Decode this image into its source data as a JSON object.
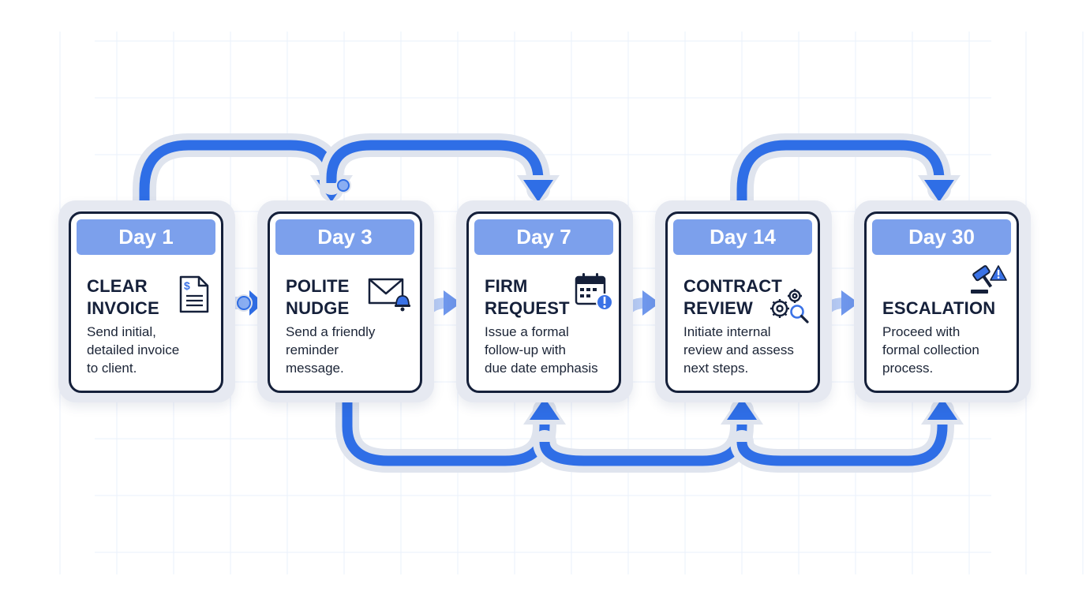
{
  "stages": [
    {
      "day": "Day 1",
      "title": "CLEAR\nINVOICE",
      "description": "Send initial,\ndetailed invoice\nto client.",
      "icon": "invoice-document-icon"
    },
    {
      "day": "Day 3",
      "title": "POLITE\nNUDGE",
      "description": "Send a friendly\nreminder\nmessage.",
      "icon": "envelope-bell-icon"
    },
    {
      "day": "Day 7",
      "title": "FIRM\nREQUEST",
      "description": "Issue a formal\nfollow-up with\ndue date emphasis",
      "icon": "calendar-alert-icon"
    },
    {
      "day": "Day 14",
      "title": "CONTRACT\nREVIEW",
      "description": "Initiate internal\nreview and assess\nnext steps.",
      "icon": "gears-magnifier-icon"
    },
    {
      "day": "Day 30",
      "title": "ESCALATION",
      "description": "Proceed with\nformal collection\nprocess.",
      "icon": "gavel-warning-icon"
    }
  ],
  "colors": {
    "arrow_blue": "#2f6ee6",
    "arrow_halo": "#dfe4ee",
    "pill_blue": "#7ca0ec",
    "card_border": "#15203a",
    "connector_light": "#8aaef2"
  }
}
